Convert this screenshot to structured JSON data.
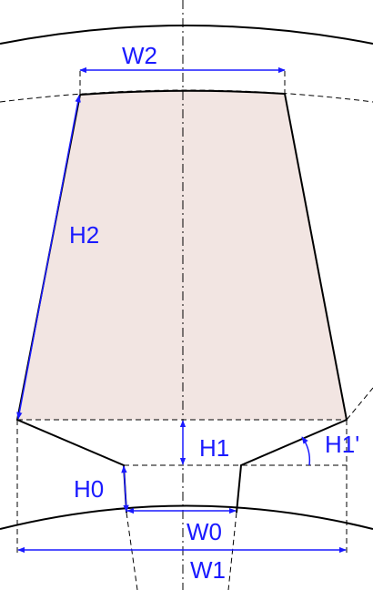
{
  "colors": {
    "slot_fill": "#f2e5e2",
    "dimension": "#1a1aff",
    "outline": "#000000"
  },
  "labels": {
    "w2": "W2",
    "h2": "H2",
    "h1": "H1",
    "h1_prime": "H1'",
    "h0": "H0",
    "w0": "W0",
    "w1": "W1"
  }
}
